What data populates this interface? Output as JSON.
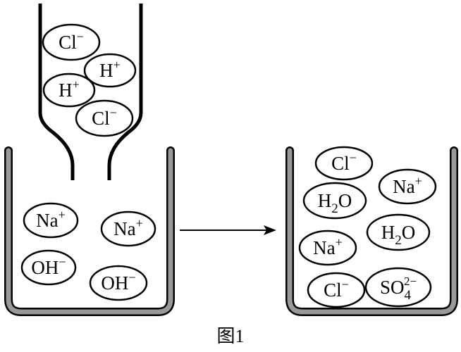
{
  "funnel_ions": [
    {
      "base": "Cl",
      "sup": "−"
    },
    {
      "base": "H",
      "sup": "+"
    },
    {
      "base": "H",
      "sup": "+"
    },
    {
      "base": "Cl",
      "sup": "−"
    }
  ],
  "left_beaker_ions": [
    {
      "base": "Na",
      "sup": "+"
    },
    {
      "base": "Na",
      "sup": "+"
    },
    {
      "base": "OH",
      "sup": "−"
    },
    {
      "base": "OH",
      "sup": "−"
    }
  ],
  "right_beaker_ions": [
    {
      "base": "Cl",
      "sup": "−"
    },
    {
      "base": "Na",
      "sup": "+"
    },
    {
      "base": "H",
      "sub": "2",
      "tail": "O"
    },
    {
      "base": "H",
      "sub": "2",
      "tail": "O"
    },
    {
      "base": "Na",
      "sup": "+"
    },
    {
      "base": "Cl",
      "sup": "−"
    },
    {
      "base": "SO",
      "sub": "4",
      "sup": "2−"
    }
  ],
  "caption": "图1",
  "colors": {
    "beaker_wall": "#999999",
    "outline": "#000000"
  }
}
